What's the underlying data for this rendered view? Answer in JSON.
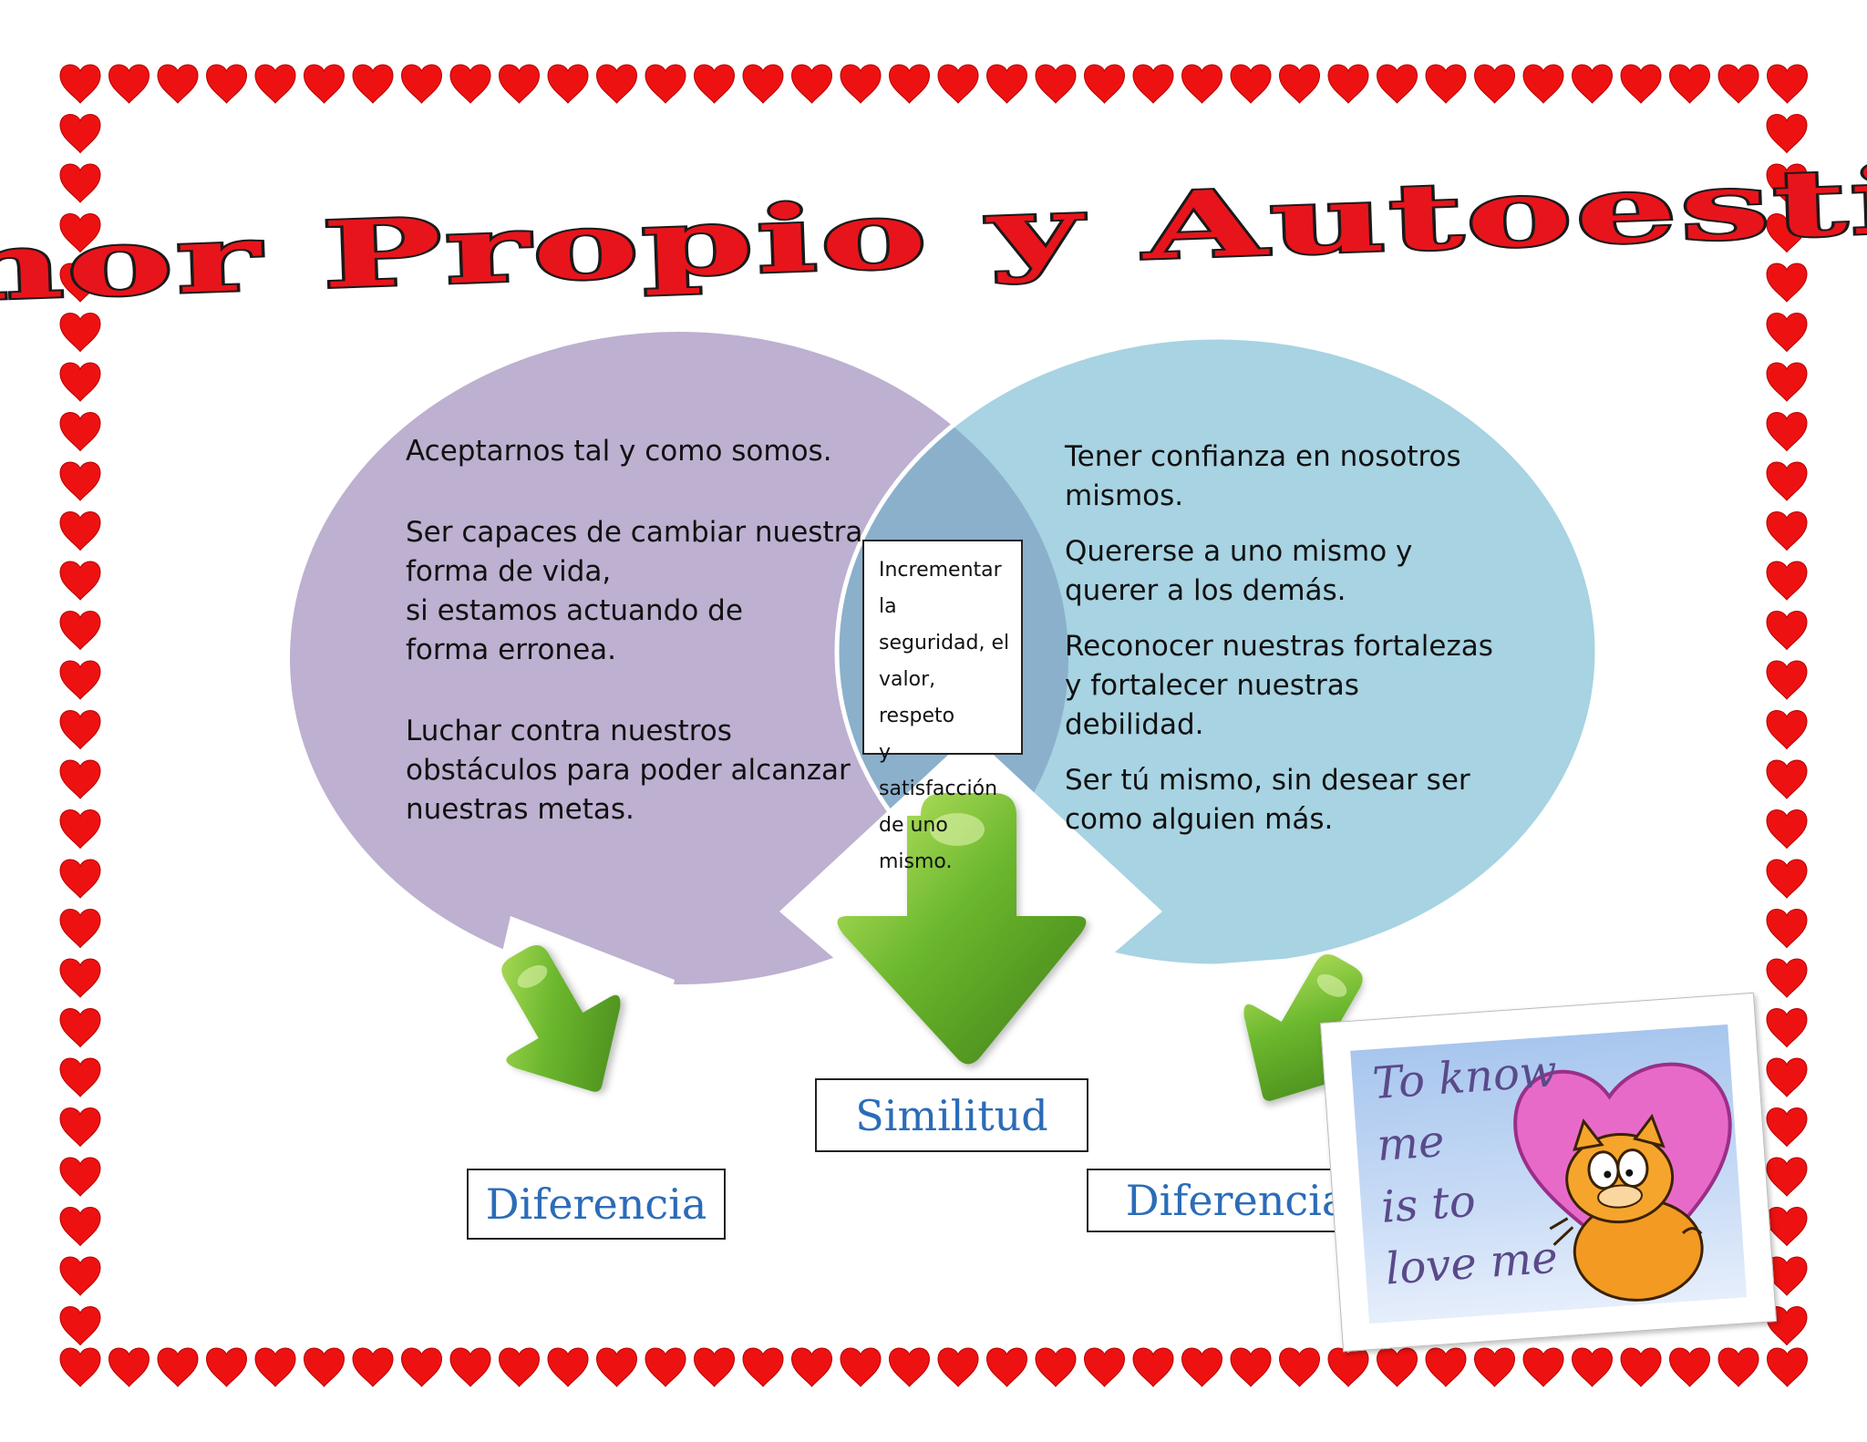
{
  "title": "Amor Propio y Autoestima",
  "left_circle": {
    "items": [
      "Aceptarnos tal y como somos.",
      "Ser capaces de cambiar nuestra\nforma de vida,\n si estamos actuando de\nforma erronea.",
      "Luchar contra nuestros\nobstáculos para poder alcanzar\nnuestras metas."
    ],
    "color": "#bdb0d0"
  },
  "right_circle": {
    "items": [
      "Tener confianza en nosotros\nmismos.",
      "Quererse a uno mismo y\nquerer a los demás.",
      "Reconocer nuestras fortalezas\ny fortalecer nuestras\ndebilidad.",
      "Ser tú mismo, sin desear ser\ncomo alguien más."
    ],
    "color": "#a7d3e2"
  },
  "overlap": {
    "text": "Incrementar la\nseguridad, el\nvalor, respeto\ny satisfacción\nde uno mismo.",
    "color": "#8bb0cc"
  },
  "labels": {
    "left": "Diferencia",
    "center": "Similitud",
    "right": "Diferencia"
  },
  "garfield_image": {
    "lines": [
      "To know",
      "me",
      "is to",
      "love me"
    ]
  },
  "colors": {
    "heart": "#ee1111",
    "title_fill": "#e8141c",
    "label_text": "#2b6cb8",
    "arrow": "#5aa326"
  }
}
